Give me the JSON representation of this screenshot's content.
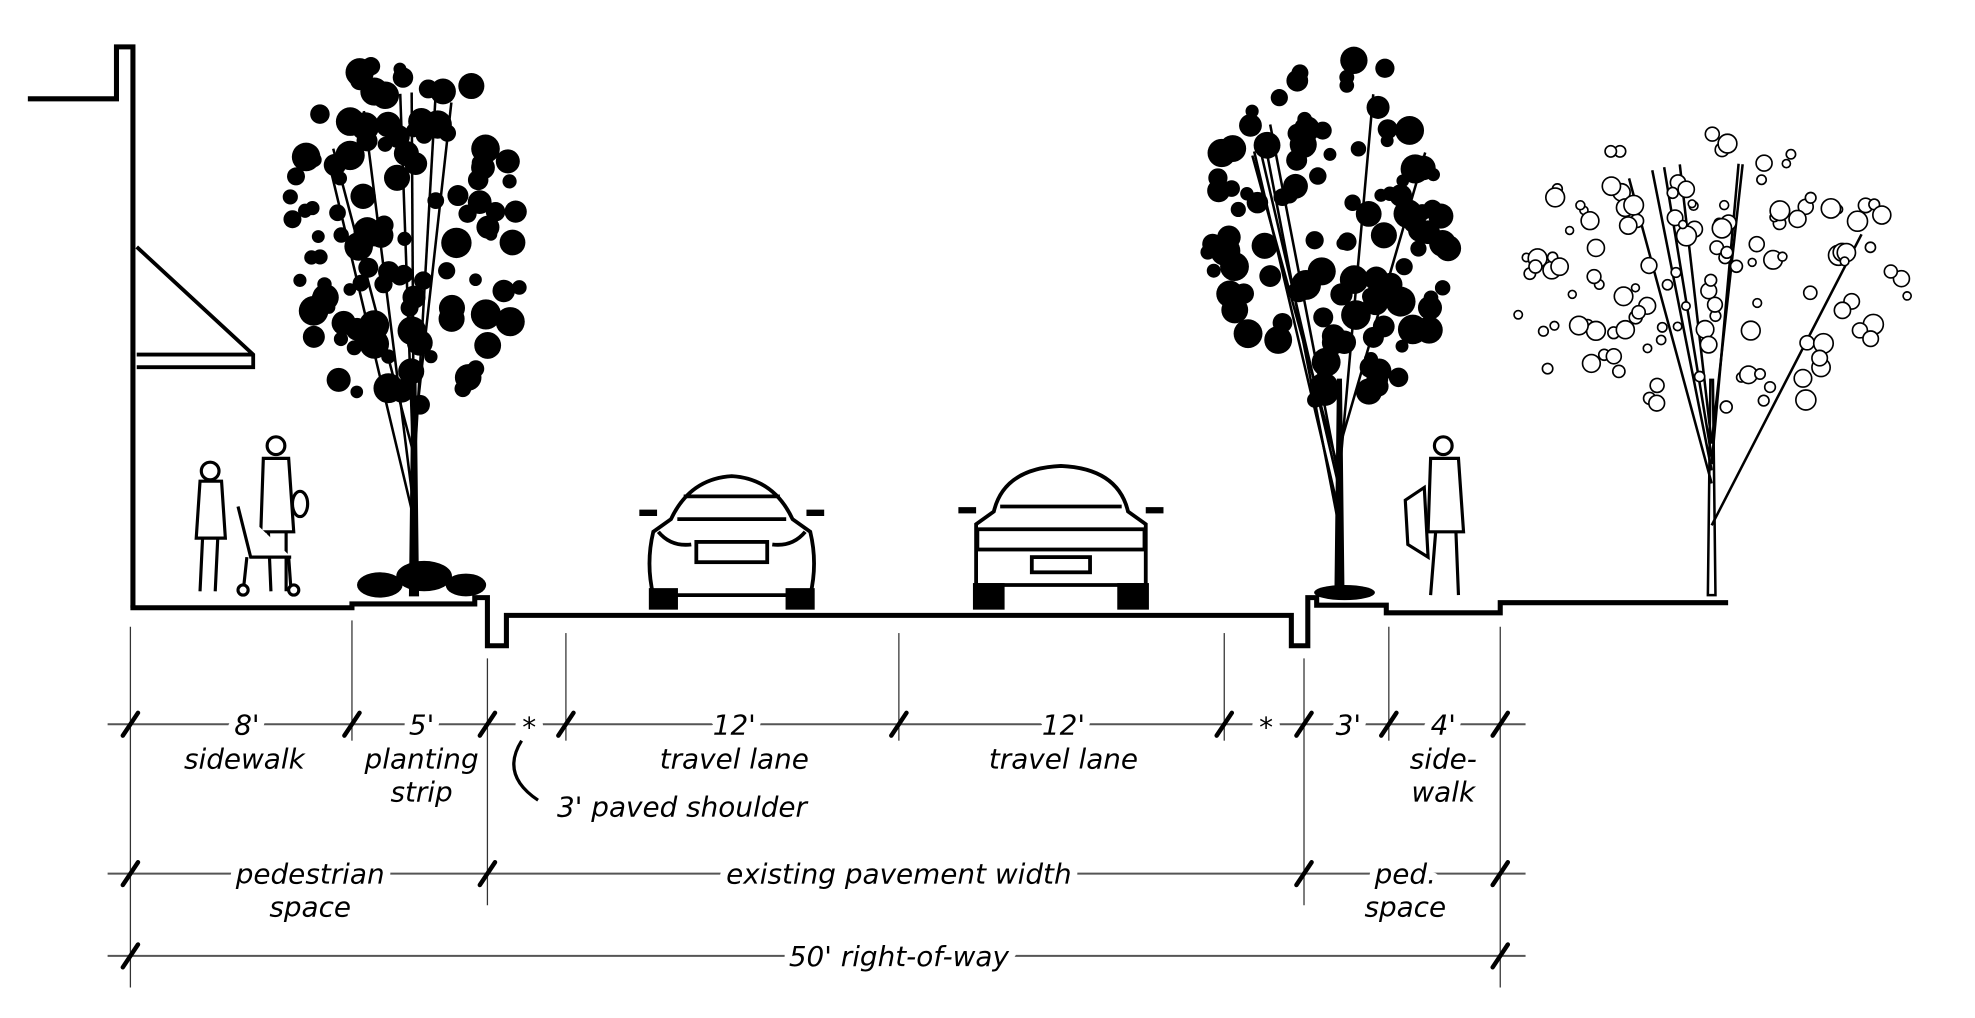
{
  "diagram": {
    "title": "Street cross-section",
    "dimensions_row1": {
      "sidewalk_width": "8'",
      "sidewalk_label": "sidewalk",
      "planting_width": "5'",
      "planting_label_1": "planting",
      "planting_label_2": "strip",
      "shoulder_left_mark": "*",
      "lane1_width": "12'",
      "lane1_label": "travel lane",
      "lane2_width": "12'",
      "lane2_label": "travel lane",
      "shoulder_right_mark": "*",
      "right_strip_width": "3'",
      "right_sidewalk_width": "4'",
      "right_sidewalk_label_1": "side-",
      "right_sidewalk_label_2": "walk",
      "shoulder_note": "3' paved shoulder"
    },
    "dimensions_row2": {
      "left_ped_label_1": "pedestrian",
      "left_ped_label_2": "space",
      "pavement_label": "existing pavement width",
      "right_ped_label_1": "ped.",
      "right_ped_label_2": "space"
    },
    "dimensions_row3": {
      "row_label": "50' right-of-way"
    },
    "colors": {
      "ink": "#000000",
      "dimension_line": "#555555",
      "background": "#ffffff"
    }
  }
}
